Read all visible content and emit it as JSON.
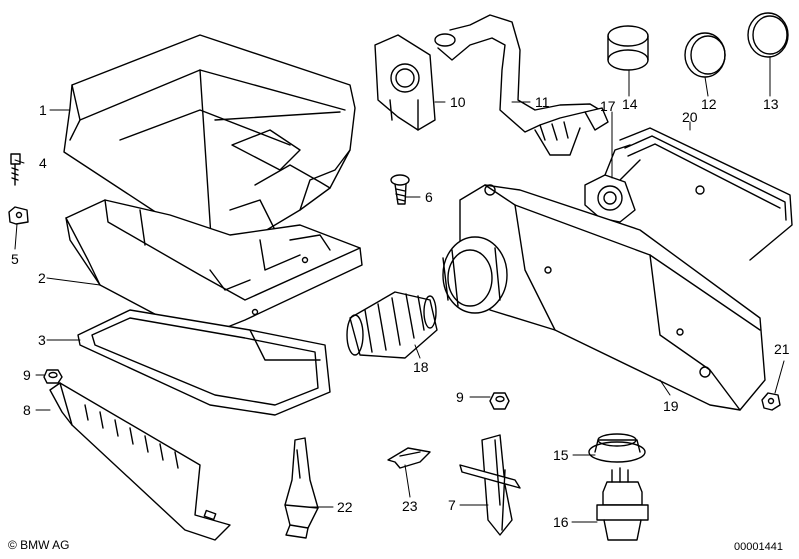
{
  "diagram": {
    "copyright": "© BMW AG",
    "drawing_code": "00001441",
    "callouts": [
      {
        "id": "c1",
        "text": "1"
      },
      {
        "id": "c4",
        "text": "4"
      },
      {
        "id": "c5",
        "text": "5"
      },
      {
        "id": "c2",
        "text": "2"
      },
      {
        "id": "c3",
        "text": "3"
      },
      {
        "id": "c9a",
        "text": "9"
      },
      {
        "id": "c8",
        "text": "8"
      },
      {
        "id": "c6",
        "text": "6"
      },
      {
        "id": "c10",
        "text": "10"
      },
      {
        "id": "c11",
        "text": "11"
      },
      {
        "id": "c14",
        "text": "14"
      },
      {
        "id": "c12",
        "text": "12"
      },
      {
        "id": "c13",
        "text": "13"
      },
      {
        "id": "c17",
        "text": "17"
      },
      {
        "id": "c20",
        "text": "20"
      },
      {
        "id": "c18",
        "text": "18"
      },
      {
        "id": "c19",
        "text": "19"
      },
      {
        "id": "c21",
        "text": "21"
      },
      {
        "id": "c9b",
        "text": "9"
      },
      {
        "id": "c15",
        "text": "15"
      },
      {
        "id": "c23",
        "text": "23"
      },
      {
        "id": "c22",
        "text": "22"
      },
      {
        "id": "c7",
        "text": "7"
      },
      {
        "id": "c16",
        "text": "16"
      }
    ]
  }
}
